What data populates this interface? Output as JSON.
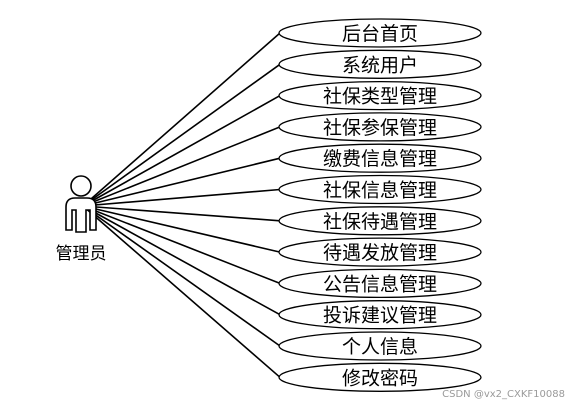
{
  "actor": {
    "label": "管理员",
    "icon": "person-icon",
    "color": "#000000"
  },
  "use_cases": [
    "后台首页",
    "系统用户",
    "社保类型管理",
    "社保参保管理",
    "缴费信息管理",
    "社保信息管理",
    "社保待遇管理",
    "待遇发放管理",
    "公告信息管理",
    "投诉建议管理",
    "个人信息",
    "修改密码"
  ],
  "watermark": "CSDN @vx2_CXKF10088"
}
